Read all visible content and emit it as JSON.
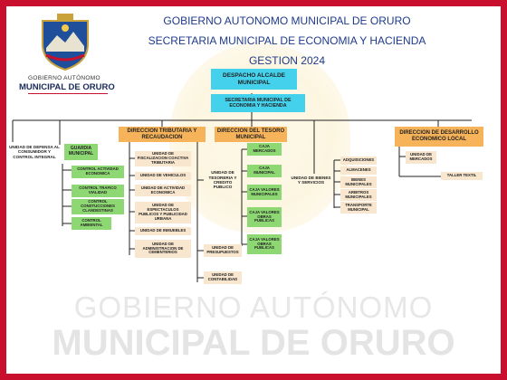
{
  "header": {
    "titles": [
      "GOBIERNO AUTONOMO MUNICIPAL DE ORURO",
      "SECRETARIA MUNICIPAL DE ECONOMIA Y HACIENDA",
      "GESTION 2024"
    ]
  },
  "logo": {
    "small": "GOBIERNO AUTÓNOMO",
    "big": "MUNICIPAL DE ORURO"
  },
  "watermark": {
    "line1": "GOBIERNO AUTÓNOMO",
    "line2": "MUNICIPAL DE ORURO"
  },
  "colors": {
    "border": "#c8102e",
    "title": "#1e3a8a",
    "cyan": "#43d1ec",
    "orange": "#f7b35a",
    "green": "#8ed873",
    "beige": "#f8e6cf"
  },
  "org": {
    "despacho": "DESPACHO ALCALDE MUNICIPAL",
    "secretaria": "SECRETARIA MUNICIPAL DE ECONOMIA Y HACIENDA",
    "defensa": "UNIDAD DE DEFENSA AL CONSUMIDOR Y CONTROL INTEGRAL",
    "guardia": "GUARDIA MUNICIPAL",
    "defensa_items": [
      "CONTROL ACTIVIDAD ECONOMICA",
      "CONTROL TRAFICO VIALIDAD",
      "CONTROL CONSTUCCIONES CLANDESTINAS",
      "CONTROL AMBIENTAL"
    ],
    "tributaria": "DIRECCION TRIBUTARIA Y RECAUDACION",
    "tributaria_items": [
      "UNIDAD DE FISCALIZACION COACTIVA TRIBUTARIA",
      "UNIDAD DE VEHICULOS",
      "UNIDAD DE ACTIVIDAD ECONOMICA",
      "UNIDAD DE ESPECTACULOS PUBLICOS Y PUBLICIDAD URBANA",
      "UNIDAD DE INMUEBLES",
      "UNIDAD DE ADMINISTRACION DE CEMENTERIOS"
    ],
    "tesoro": "DIRECCION DEL TESORO MUNICIPAL",
    "tesoreria": "UNIDAD DE TESORERIA Y CREDITO PUBLICO",
    "cajas": [
      "CAJA MERCADOS",
      "CAJA MUNICIPAL",
      "CAJA VALORES MUNICIPALES",
      "CAJA VALORES OBRAS PUBLICAS",
      "CAJA VALORES OBRAS PUBLICAS"
    ],
    "presupuestos": "UNIDAD DE PRESUPUESTOS",
    "contabilidad": "UNIDAD DE CONTABILIDAD",
    "bienes": "UNIDAD DE BIENES Y SERVICIOS",
    "bienes_items": [
      "ADQUISICIONES",
      "ALMACENES",
      "BIENES MUNICIPALES",
      "ARBITROS MUNICIPALES",
      "TRANSPORTE MUNICIPAL"
    ],
    "desarrollo": "DIRECCION DE DESARROLLO ECONOMICO LOCAL",
    "mercados": "UNIDAD DE MERCADOS",
    "taller": "TALLER TEXTIL"
  }
}
